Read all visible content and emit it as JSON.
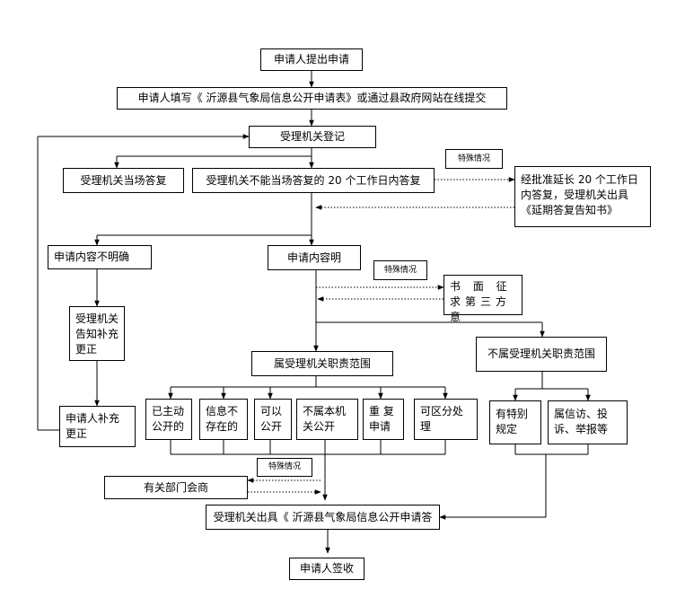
{
  "boxes": {
    "apply": "申请人提出申请",
    "fill_form": "申请人填写《 沂源县气象局信息公开申请表》或通过县政府网站在线提交",
    "register": "受理机关登记",
    "reply_on_spot": "受理机关当场答复",
    "reply_20days": "受理机关不能当场答复的 20 个工作日内答复",
    "special_1": "特殊情况",
    "extension": "经批准延长 20 个工作日\n内答复，受理机关出具\n《延期答复告知书》",
    "unclear": "申请内容不明确",
    "clear": "申请内容明",
    "special_2": "特殊情况",
    "third_party": "书 面 征\n求第三方意",
    "notify_correct": "受理机关\n告知补充\n更正",
    "in_scope": "属受理机关职责范围",
    "out_of_scope": "不属受理机关职责范围",
    "applicant_correct": "申请人补充\n更正",
    "published": "已主动\n公开的",
    "not_exist": "信息不\n存在的",
    "can_publish": "可以\n公开",
    "not_public": "不属本机\n关公开",
    "repeat": "重 复\n申请",
    "partial": "可区分处\n理",
    "special_rule": "有特别\n规定",
    "petition": "属信访、投\n诉、举报等",
    "special_3": "特殊情况",
    "consult": "有关部门会商",
    "issue_reply": "受理机关出具《 沂源县气象局信息公开申请答",
    "sign": "申请人签收"
  }
}
